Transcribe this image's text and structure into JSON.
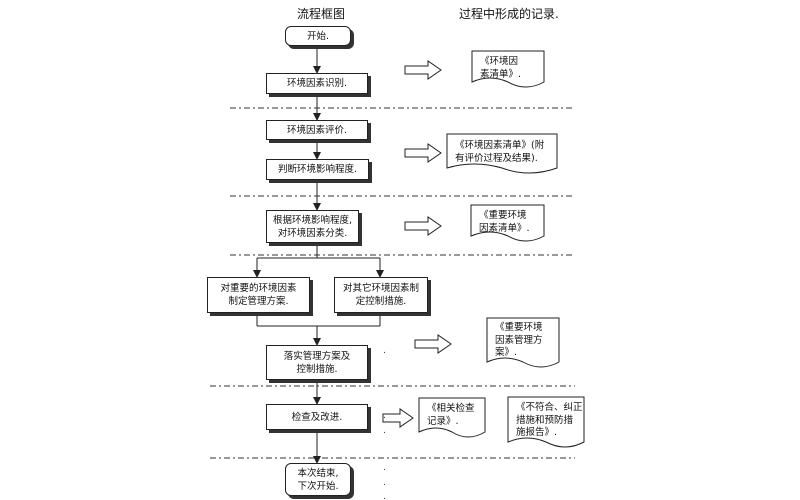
{
  "headers": {
    "flow": "流程框图",
    "records": "过程中形成的记录."
  },
  "steps": {
    "start": "开始.",
    "identify": "环境因素识别.",
    "evaluate": "环境因素评价.",
    "judge": "判断环境影响程度.",
    "classify": "根据环境影响程度,\n对环境因素分类.",
    "plan_major": "对重要的环境因素\n制定管理方案.",
    "control_other": "对其它环境因素制\n定控制措施.",
    "implement": "落实管理方案及\n控制措施.",
    "check": "检查及改进.",
    "end": "本次结束,\n下次开始."
  },
  "records": {
    "r1": "《环境因\n素清单》.",
    "r2": "《环境因素清单》(附\n有评价过程及结果).",
    "r3": "《重要环境\n因素清单》.",
    "r4": "《重要环境\n因素管理方\n案》.",
    "r5": "《相关检查\n记录》.",
    "r6": "《不符合、纠正\n措施和预防措\n施报告》."
  },
  "marks": {
    "paragraph": "."
  }
}
